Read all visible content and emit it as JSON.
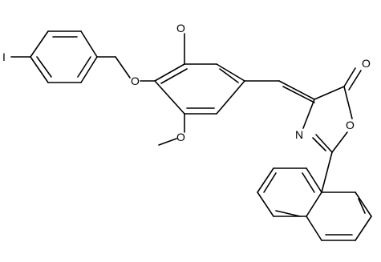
{
  "structure": {
    "kind": "skeletal structural formula",
    "colors": {
      "bond": "#000000",
      "label": "#000000",
      "background": "#ffffff"
    }
  },
  "labels": {
    "iodine": "I",
    "ether_oxygen": "O",
    "methoxy_top_oxygen": "O",
    "methoxy_bottom_oxygen": "O",
    "ring_nitrogen": "N",
    "ring_oxygen": "O",
    "carbonyl_oxygen": "O"
  }
}
